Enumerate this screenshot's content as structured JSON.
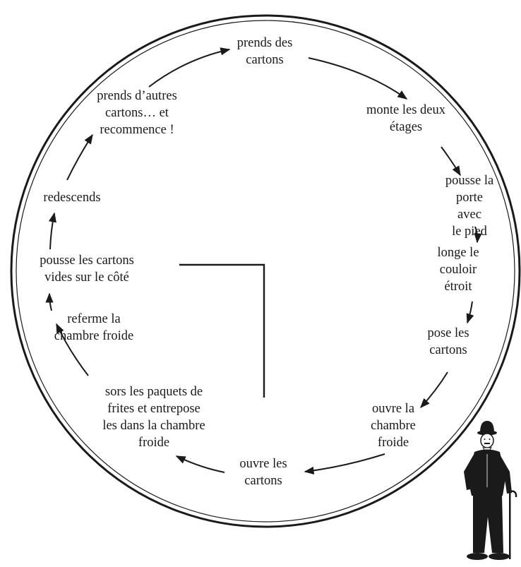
{
  "colors": {
    "ink": "#1a1a1a",
    "background": "#ffffff"
  },
  "figure_icon": "silhouette-with-hat-and-cane",
  "steps": [
    {
      "id": "take-boxes",
      "text": "prends des\ncartons"
    },
    {
      "id": "climb-floors",
      "text": "monte les deux\nétages"
    },
    {
      "id": "push-door",
      "text": "pousse la\nporte avec\nle pied"
    },
    {
      "id": "follow-corridor",
      "text": "longe le\ncouloir étroit"
    },
    {
      "id": "put-boxes",
      "text": "pose les\ncartons"
    },
    {
      "id": "open-cold-room",
      "text": "ouvre la\nchambre\nfroide"
    },
    {
      "id": "open-boxes",
      "text": "ouvre les\ncartons"
    },
    {
      "id": "store-fries",
      "text": "sors les paquets de\nfrites et entrepose\nles dans la chambre\nfroide"
    },
    {
      "id": "close-cold-room",
      "text": "referme la\nchambre froide"
    },
    {
      "id": "push-empty-boxes",
      "text": "pousse les cartons\nvides sur le côté"
    },
    {
      "id": "go-back-down",
      "text": "redescends"
    },
    {
      "id": "restart",
      "text": "prends d’autres\ncartons… et\nrecommence !"
    }
  ]
}
